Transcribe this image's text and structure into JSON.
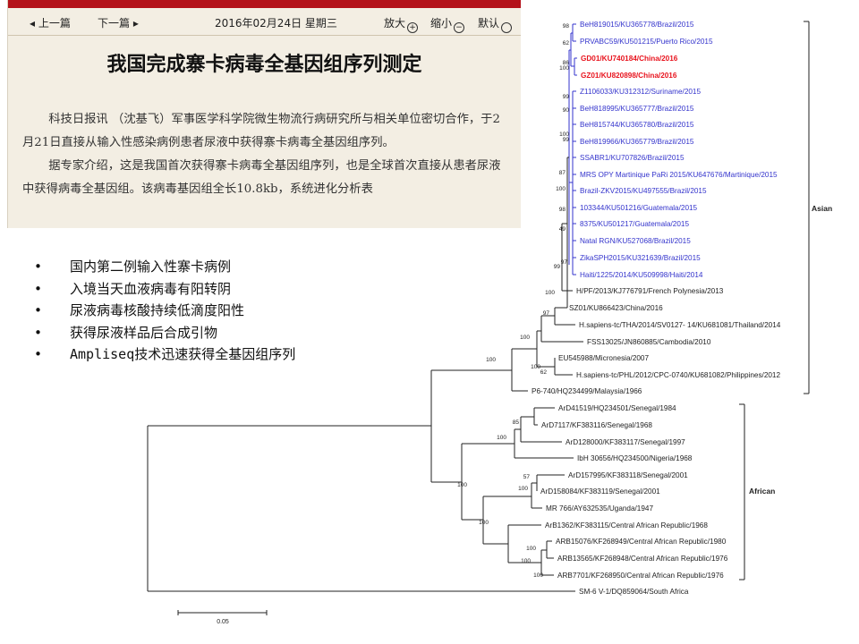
{
  "article": {
    "nav": {
      "prev_label": "上一篇",
      "next_label": "下一篇",
      "date": "2016年02月24日 星期三",
      "zoom_in_label": "放大",
      "zoom_out_label": "缩小",
      "default_label": "默认"
    },
    "headline": "我国完成寨卡病毒全基因组序列测定",
    "paragraphs": [
      "科技日报讯  （沈基飞）军事医学科学院微生物流行病研究所与相关单位密切合作，于2月21日直接从输入性感染病例患者尿液中获得寨卡病毒全基因组序列。",
      "据专家介绍，这是我国首次获得寨卡病毒全基因组序列，也是全球首次直接从患者尿液中获得病毒全基因组。该病毒基因组全长10.8kb，系统进化分析表"
    ]
  },
  "bullets": [
    "国内第二例输入性寨卡病例",
    "入境当天血液病毒有阳转阴",
    "尿液病毒核酸持续低滴度阳性",
    "获得尿液样品后合成引物",
    "Ampliseq技术迅速获得全基因组序列"
  ],
  "tree": {
    "colors": {
      "asian_recent": "#3333cc",
      "highlight": "#e8141e",
      "default": "#222222"
    },
    "leaves": [
      {
        "label": "BeH819015/KU365778/Brazil/2015",
        "group": "blue"
      },
      {
        "label": "PRVABC59/KU501215/Puerto Rico/2015",
        "group": "blue"
      },
      {
        "label": "GD01/KU740184/China/2016",
        "group": "red"
      },
      {
        "label": "GZ01/KU820898/China/2016",
        "group": "red"
      },
      {
        "label": "Z1106033/KU312312/Suriname/2015",
        "group": "blue"
      },
      {
        "label": "BeH818995/KU365777/Brazil/2015",
        "group": "blue"
      },
      {
        "label": "BeH815744/KU365780/Brazil/2015",
        "group": "blue"
      },
      {
        "label": "BeH819966/KU365779/Brazil/2015",
        "group": "blue"
      },
      {
        "label": "SSABR1/KU707826/Brazil/2015",
        "group": "blue"
      },
      {
        "label": "MRS OPY Martinique PaRi 2015/KU647676/Martinique/2015",
        "group": "blue"
      },
      {
        "label": "Brazil-ZKV2015/KU497555/Brazil/2015",
        "group": "blue"
      },
      {
        "label": "103344/KU501216/Guatemala/2015",
        "group": "blue"
      },
      {
        "label": "8375/KU501217/Guatemala/2015",
        "group": "blue"
      },
      {
        "label": "Natal RGN/KU527068/Brazil/2015",
        "group": "blue"
      },
      {
        "label": "ZikaSPH2015/KU321639/Brazil/2015",
        "group": "blue"
      },
      {
        "label": "Haiti/1225/2014/KU509998/Haiti/2014",
        "group": "blue"
      },
      {
        "label": "H/PF/2013/KJ776791/French Polynesia/2013",
        "group": "black"
      },
      {
        "label": "SZ01/KU866423/China/2016",
        "group": "black"
      },
      {
        "label": "H.sapiens-tc/THA/2014/SV0127- 14/KU681081/Thailand/2014",
        "group": "black"
      },
      {
        "label": "FSS13025/JN860885/Cambodia/2010",
        "group": "black"
      },
      {
        "label": "EU545988/Micronesia/2007",
        "group": "black"
      },
      {
        "label": "H.sapiens-tc/PHL/2012/CPC-0740/KU681082/Philippines/2012",
        "group": "black"
      },
      {
        "label": "P6-740/HQ234499/Malaysia/1966",
        "group": "black"
      },
      {
        "label": "ArD41519/HQ234501/Senegal/1984",
        "group": "black"
      },
      {
        "label": "ArD7117/KF383116/Senegal/1968",
        "group": "black"
      },
      {
        "label": "ArD128000/KF383117/Senegal/1997",
        "group": "black"
      },
      {
        "label": "IbH 30656/HQ234500/Nigeria/1968",
        "group": "black"
      },
      {
        "label": "ArD157995/KF383118/Senegal/2001",
        "group": "black"
      },
      {
        "label": "ArD158084/KF383119/Senegal/2001",
        "group": "black"
      },
      {
        "label": "MR 766/AY632535/Uganda/1947",
        "group": "black"
      },
      {
        "label": "ArB1362/KF383115/Central African Republic/1968",
        "group": "black"
      },
      {
        "label": "ARB15076/KF268949/Central African Republic/1980",
        "group": "black"
      },
      {
        "label": "ARB13565/KF268948/Central African Republic/1976",
        "group": "black"
      },
      {
        "label": "ARB7701/KF268950/Central African Republic/1976",
        "group": "black"
      },
      {
        "label": "SM-6 V-1/DQ859064/South Africa",
        "group": "black"
      }
    ],
    "bootstrap_values": [
      "98",
      "62",
      "86",
      "100",
      "99",
      "90",
      "100",
      "99",
      "87",
      "100",
      "98",
      "49",
      "97",
      "99",
      "100",
      "97",
      "100",
      "100",
      "62",
      "100",
      "85",
      "100",
      "57",
      "100",
      "100",
      "100",
      "100",
      "100",
      "100"
    ],
    "clades": [
      {
        "name": "Asian"
      },
      {
        "name": "African"
      }
    ],
    "scale_bar_label": "0.05"
  }
}
